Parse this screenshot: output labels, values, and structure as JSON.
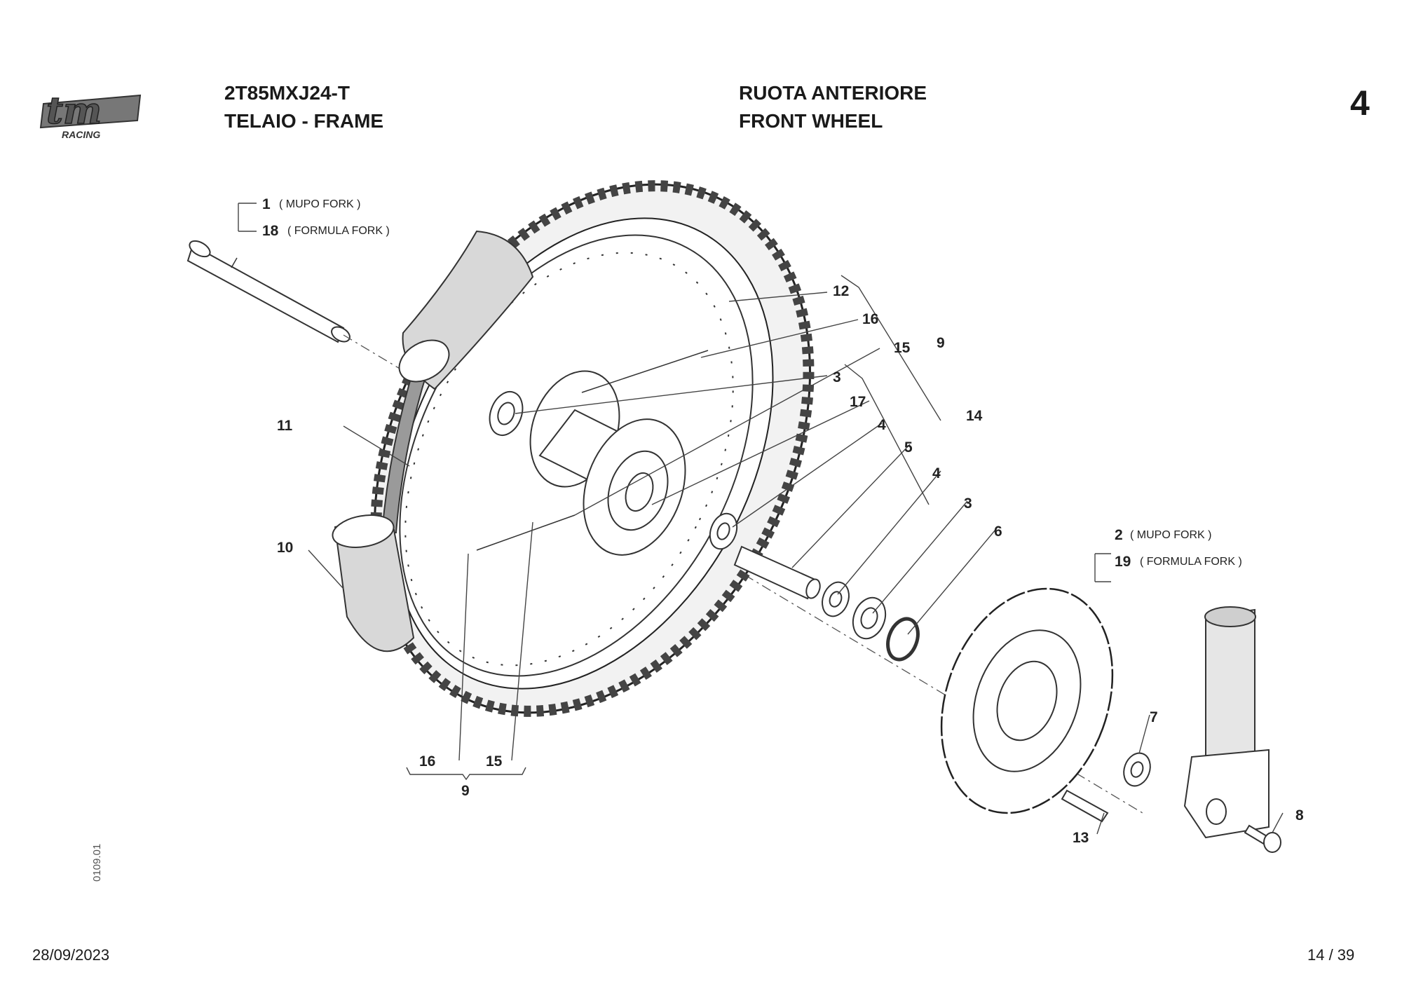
{
  "header": {
    "model_code": "2T85MXJ24-T",
    "group_it_en": "TELAIO - FRAME",
    "title_it": "RUOTA ANTERIORE",
    "title_en": "FRONT WHEEL",
    "page_group": "4"
  },
  "logo": {
    "text_main": "tm",
    "text_sub": "RACING"
  },
  "footer": {
    "date": "28/09/2023",
    "page": "14 / 39",
    "code": "0109.01"
  },
  "callouts": {
    "c1": "1",
    "c1_note": "( MUPO FORK )",
    "c18": "18",
    "c18_note": "( FORMULA FORK )",
    "c2": "2",
    "c2_note": "( MUPO FORK )",
    "c19": "19",
    "c19_note": "( FORMULA FORK )",
    "c3a": "3",
    "c3b": "3",
    "c4a": "4",
    "c4b": "4",
    "c5": "5",
    "c6": "6",
    "c7": "7",
    "c8": "8",
    "c9a": "9",
    "c9b": "9",
    "c10": "10",
    "c11": "11",
    "c12": "12",
    "c13": "13",
    "c14": "14",
    "c15a": "15",
    "c15b": "15",
    "c16a": "16",
    "c16b": "16",
    "c17": "17"
  }
}
